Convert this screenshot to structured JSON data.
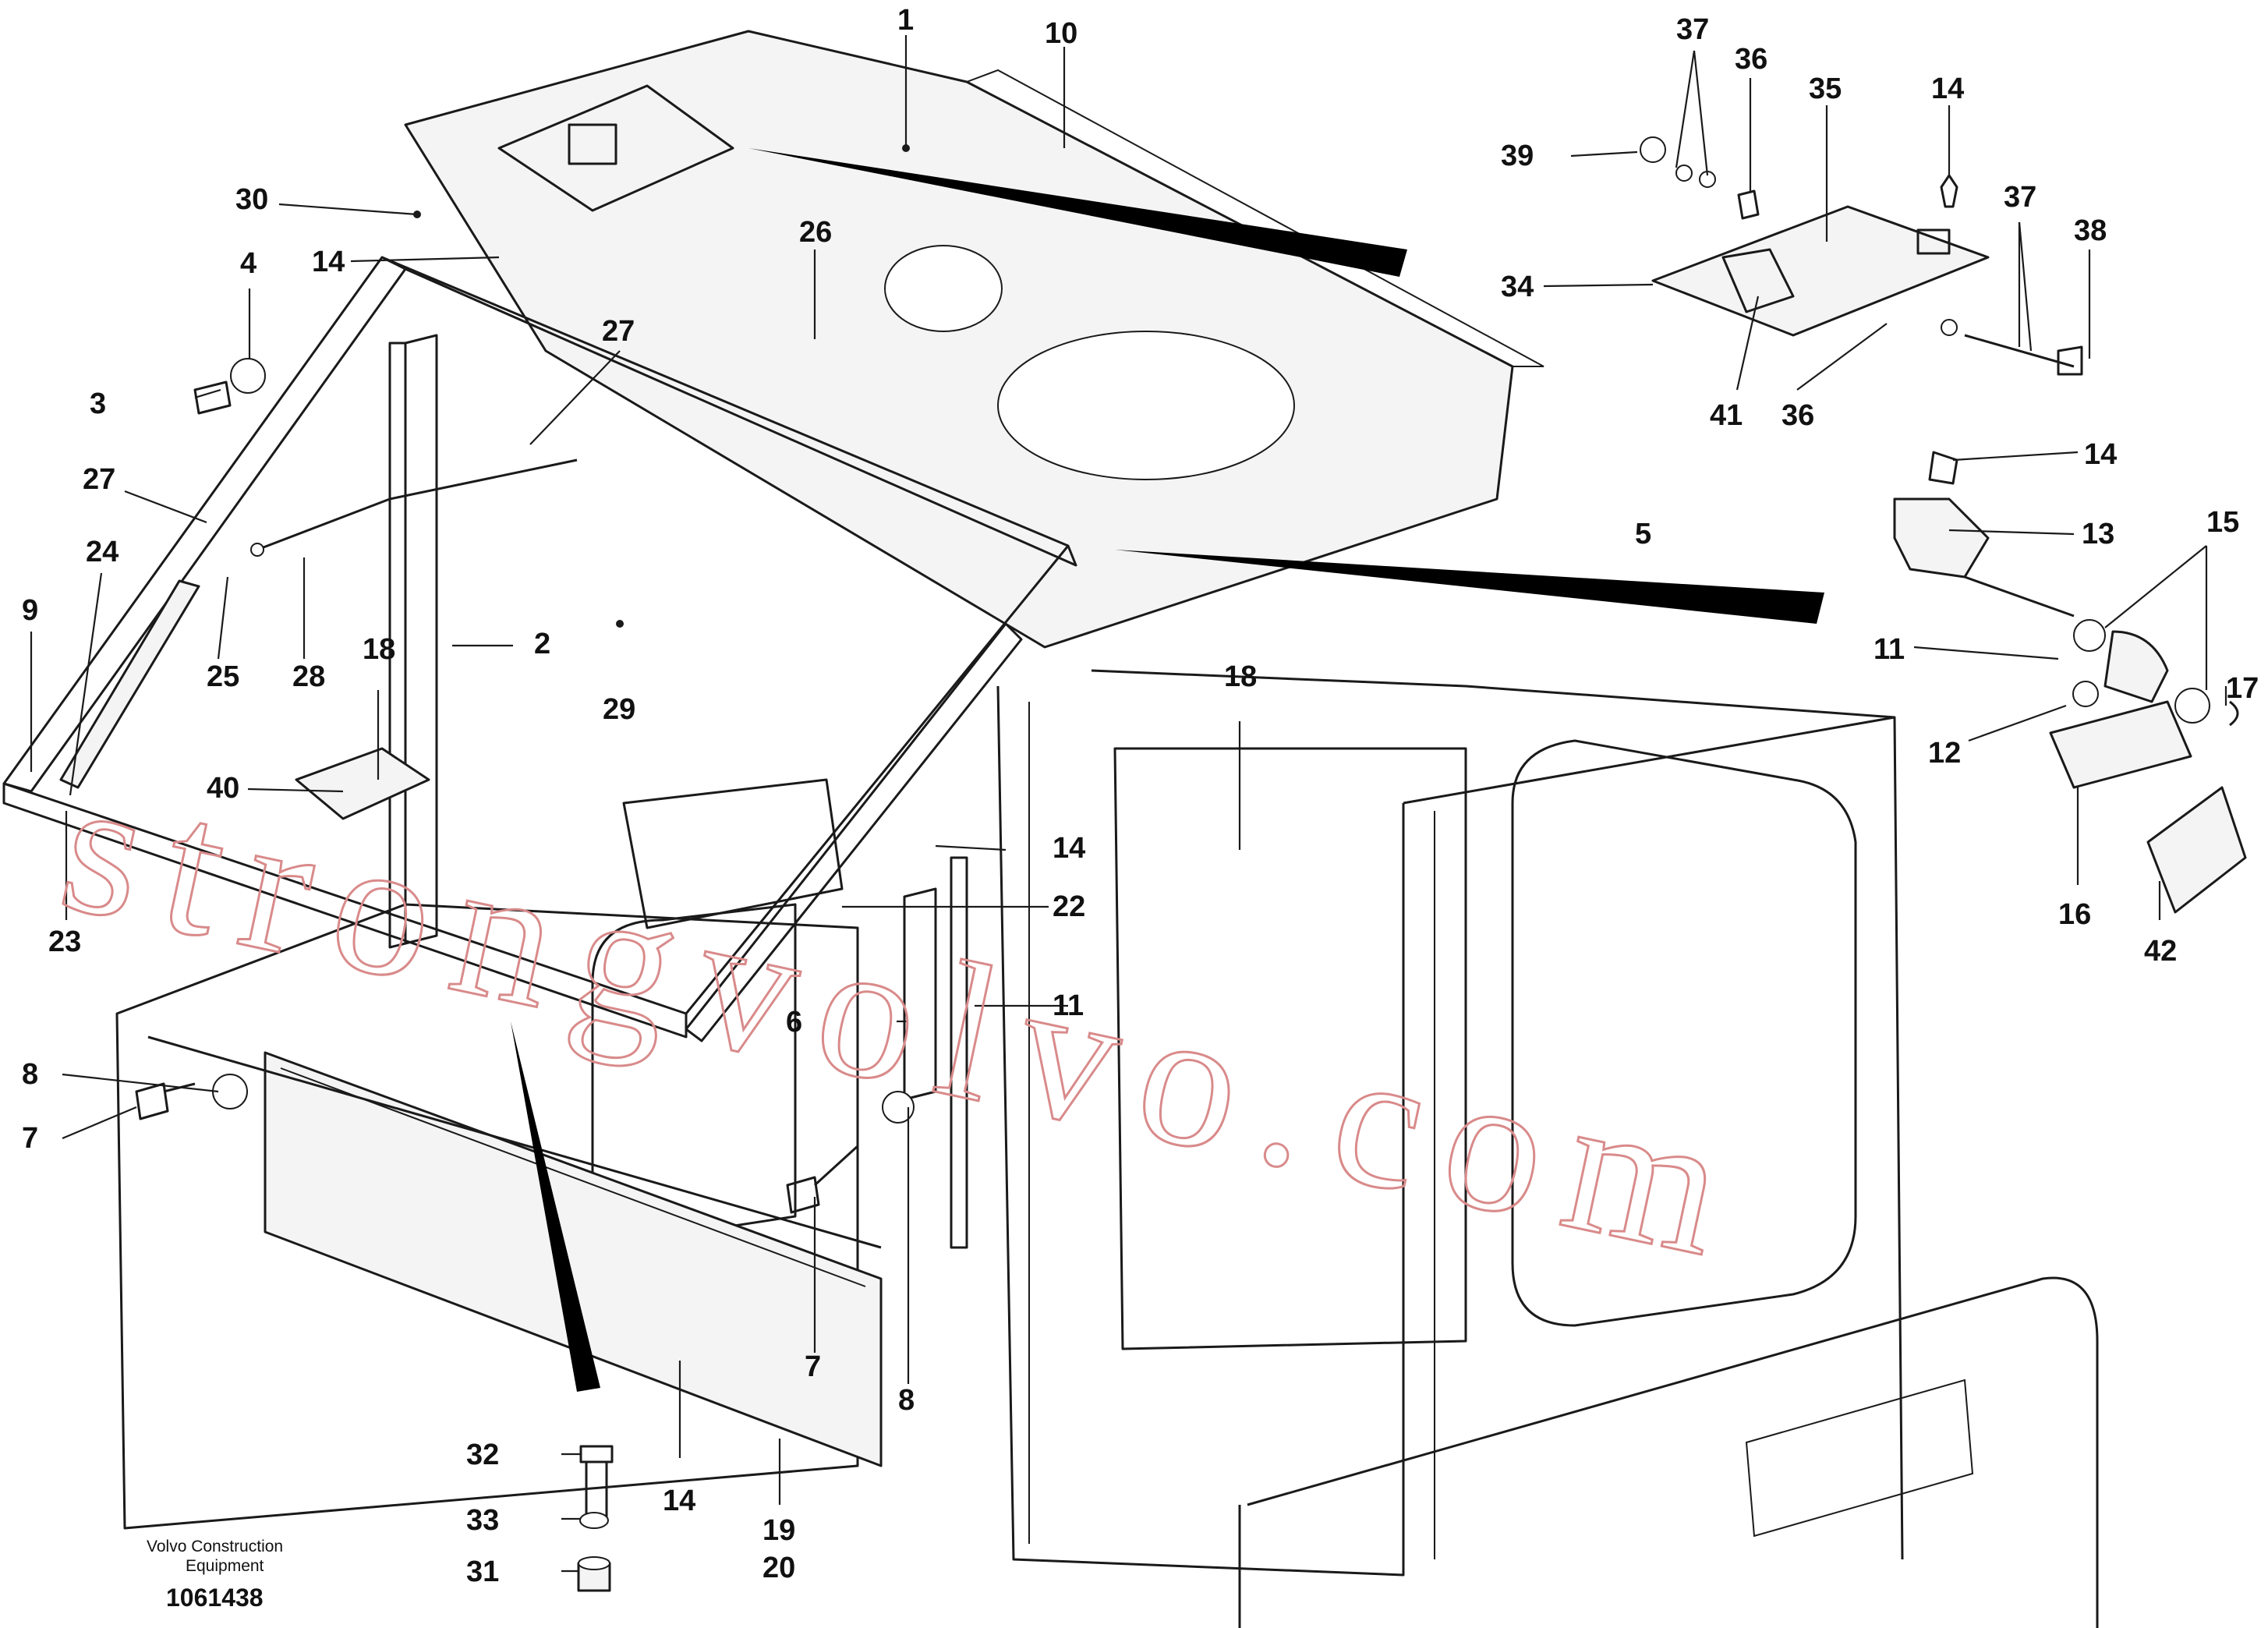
{
  "caption": {
    "manufacturer_line1": "Volvo Construction",
    "manufacturer_line2": "Equipment",
    "drawing_number": "1061438"
  },
  "watermark_text": "strongvolvo.com",
  "callouts": {
    "c1": "1",
    "c10": "10",
    "c37a": "37",
    "c36a": "36",
    "c35": "35",
    "c14a": "14",
    "c39": "39",
    "c30": "30",
    "c26": "26",
    "c37b": "37",
    "c38": "38",
    "c4": "4",
    "c14b": "14",
    "c34": "34",
    "c27a": "27",
    "c3": "3",
    "c41": "41",
    "c36b": "36",
    "c14c": "14",
    "c27b": "27",
    "c24": "24",
    "c5": "5",
    "c13": "13",
    "c15": "15",
    "c9": "9",
    "c2": "2",
    "c11a": "11",
    "c25": "25",
    "c28": "28",
    "c18a": "18",
    "c29": "29",
    "c18b": "18",
    "c17": "17",
    "c12": "12",
    "c40": "40",
    "c14d": "14",
    "c16": "16",
    "c22": "22",
    "c23": "23",
    "c42": "42",
    "c11b": "11",
    "c6": "6",
    "c8a": "8",
    "c7a": "7",
    "c7b": "7",
    "c8b": "8",
    "c32": "32",
    "c14e": "14",
    "c19": "19",
    "c33": "33",
    "c20": "20",
    "c31": "31"
  }
}
